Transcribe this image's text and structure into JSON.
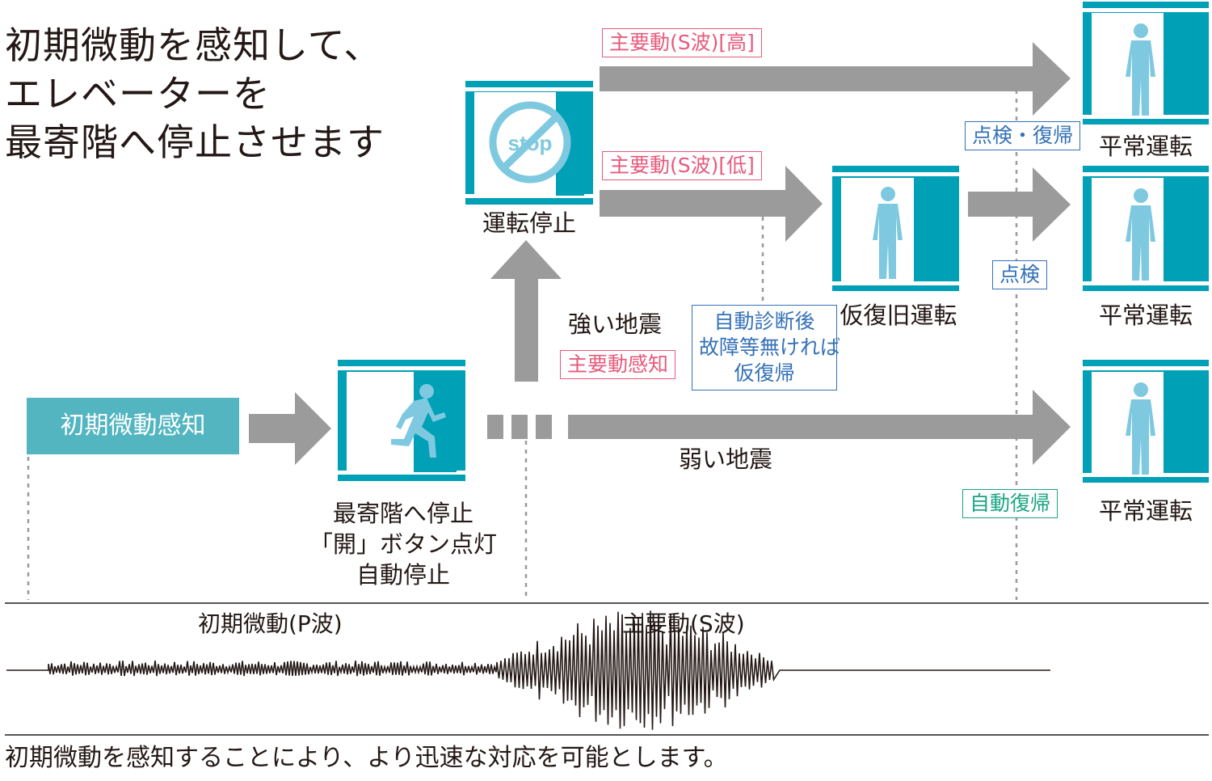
{
  "headline": [
    "初期微動を感知して、",
    "エレベーターを",
    "最寄階へ停止させます"
  ],
  "start_box": "初期微動感知",
  "stop_icon_text": "stop",
  "elevators": {
    "nearest_floor": [
      "最寄階へ停止",
      "「開」ボタン点灯",
      "自動停止"
    ],
    "stopped": "運転停止",
    "temp_restore": "仮復旧運転",
    "normal": "平常運転"
  },
  "events": {
    "strong_quake": "強い地震",
    "weak_quake": "弱い地震"
  },
  "tags": {
    "main_high": "主要動(S波)[高]",
    "main_low": "主要動(S波)[低]",
    "main_detect": "主要動感知",
    "self_diag": [
      "自動診断後",
      "故障等無ければ",
      "仮復帰"
    ],
    "inspect_restore": "点検・復帰",
    "inspect": "点検",
    "auto_restore": "自動復帰"
  },
  "waves": {
    "p_wave": "初期微動(P波)",
    "s_wave": "主要動(S波)"
  },
  "caption": "初期微動を感知することにより、より迅速な対応を可能とします。",
  "colors": {
    "teal": "#00a0b6",
    "light_blue": "#7ec9e0",
    "arrow_gray": "#9b9b9b",
    "pink": "#e75a7c",
    "blue": "#3471b8",
    "green": "#1aa584",
    "start_fill": "#52b5c0"
  },
  "icons": [
    "stop-icon",
    "running-person-icon",
    "standing-person-icon",
    "arrow-right-icon",
    "arrow-up-icon",
    "seismic-wave-icon"
  ]
}
